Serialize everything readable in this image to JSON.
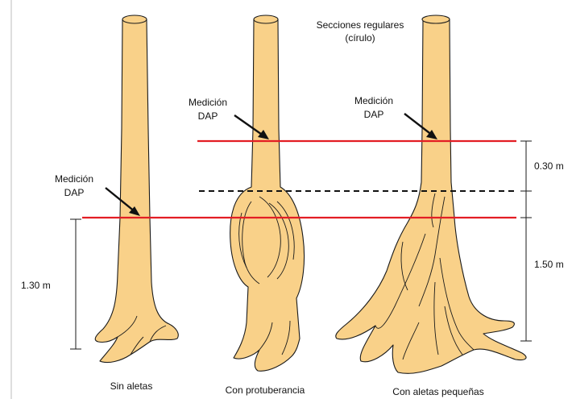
{
  "colors": {
    "wood": "#f9d189",
    "outline": "#1a1a1a",
    "measure_line": "#e31e24",
    "arrow": "#111111"
  },
  "header": {
    "sections_line1": "Secciones regulares",
    "sections_line2": "(círulo)"
  },
  "trees": [
    {
      "caption": "Sin aletas",
      "label_line1": "Medición",
      "label_line2": "DAP"
    },
    {
      "caption": "Con protuberancia",
      "label_line1": "Medición",
      "label_line2": "DAP"
    },
    {
      "caption": "Con aletas pequeñas",
      "label_line1": "Medición",
      "label_line2": "DAP"
    }
  ],
  "dimensions": {
    "left_height": "1.30 m",
    "right_upper": "0.30 m",
    "right_lower": "1.50 m"
  }
}
